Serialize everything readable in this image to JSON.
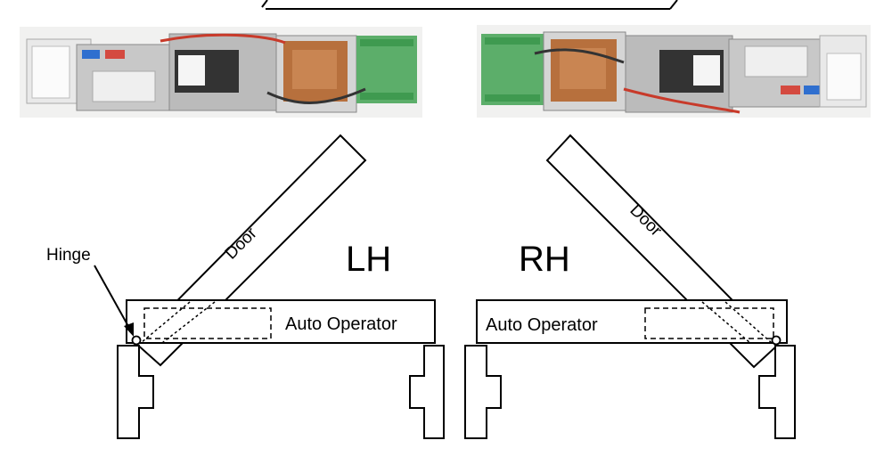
{
  "labels": {
    "hinge": "Hinge",
    "lh": "LH",
    "rh": "RH",
    "door_left": "Door",
    "door_right": "Door",
    "operator_left": "Auto Operator",
    "operator_right": "Auto Operator"
  },
  "colors": {
    "board_green": "#5cae6a",
    "transformer_copper": "#b7703d",
    "housing_grey": "#c8c8c8",
    "terminal_blue": "#2f6fcf",
    "wire_red": "#c83a2a"
  }
}
